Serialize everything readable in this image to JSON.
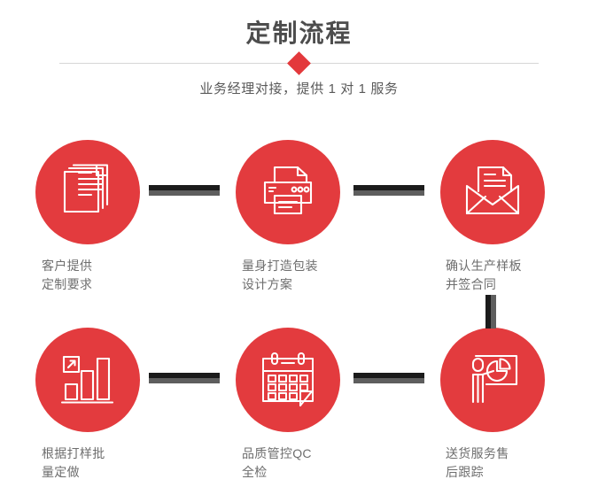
{
  "header": {
    "title": "定制流程",
    "subtitle": "业务经理对接，提供 1 对 1 服务",
    "accent_color": "#e3393c",
    "title_color": "#4d4d4d",
    "divider_color": "#d6d6d6"
  },
  "flow": {
    "circle_color": "#e33b3e",
    "connector_color": "#1b1b1b",
    "connector_shadow_color": "#5e5e5e",
    "label_color": "#6e6e6e",
    "steps": [
      {
        "icon": "documents-icon",
        "line1": "客户提供",
        "line2": "定制要求"
      },
      {
        "icon": "printer-icon",
        "line1": "量身打造包装",
        "line2": "设计方案"
      },
      {
        "icon": "envelope-document-icon",
        "line1": "确认生产样板",
        "line2": "并签合同"
      },
      {
        "icon": "bar-chart-growth-icon",
        "line1": "根据打样批",
        "line2": "量定做"
      },
      {
        "icon": "calendar-check-icon",
        "line1": "品质管控QC",
        "line2": "全检"
      },
      {
        "icon": "presenter-pie-chart-icon",
        "line1": "送货服务售",
        "line2": "后跟踪"
      }
    ]
  }
}
